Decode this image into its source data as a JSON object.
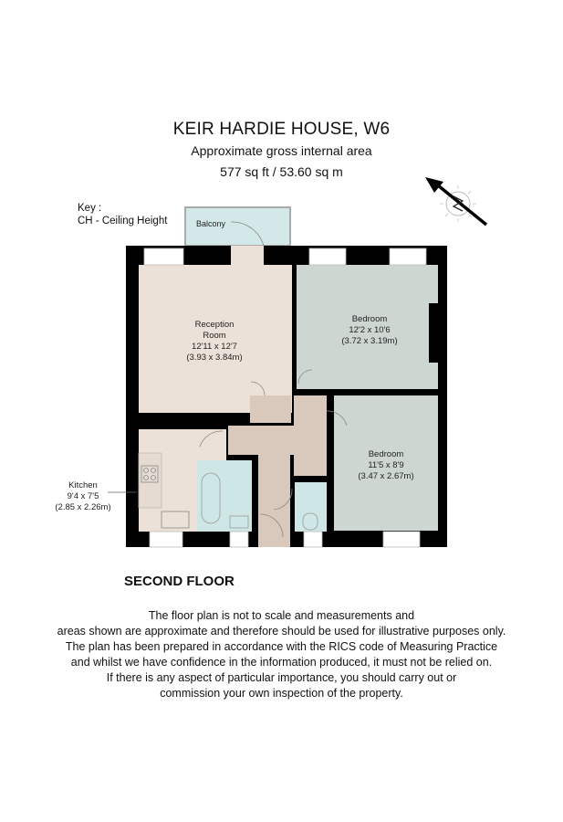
{
  "header": {
    "title": "KEIR HARDIE HOUSE, W6",
    "subtitle": "Approximate gross internal area",
    "area": "577 sq ft  / 53.60 sq m"
  },
  "key": {
    "heading": "Key :",
    "items": [
      "CH - Ceiling Height"
    ]
  },
  "compass": {
    "label": "N",
    "icon": "north-arrow-icon"
  },
  "rooms": [
    {
      "name": "Balcony"
    },
    {
      "name": "Reception",
      "name2": "Room",
      "imperial": "12'11 x 12'7",
      "metric": "(3.93 x 3.84m)"
    },
    {
      "name": "Bedroom",
      "imperial": "12'2 x 10'6",
      "metric": "(3.72 x 3.19m)"
    },
    {
      "name": "Bedroom",
      "imperial": "11'5 x 8'9",
      "metric": "(3.47 x 2.67m)"
    },
    {
      "name": "Kitchen",
      "imperial": "9'4 x 7'5",
      "metric": "(2.85 x 2.26m)"
    }
  ],
  "colors": {
    "wall": "#000000",
    "reception_floor": "#ece1d8",
    "hall_floor": "#d9c8bc",
    "bedroom_floor": "#cdd6d1",
    "bath_floor": "#cfe6e6",
    "balcony_floor": "#d3e8e8"
  },
  "floor_label": "SECOND FLOOR",
  "disclaimer": [
    "The floor plan is not to scale and measurements and",
    "areas shown are approximate and therefore should be used for illustrative purposes only.",
    "The plan has been prepared in accordance with the RICS code of Measuring Practice",
    "and whilst we have confidence in the information produced, it must not be relied on.",
    "If there is any aspect of particular importance, you should carry out or",
    "commission your own inspection of the property."
  ]
}
